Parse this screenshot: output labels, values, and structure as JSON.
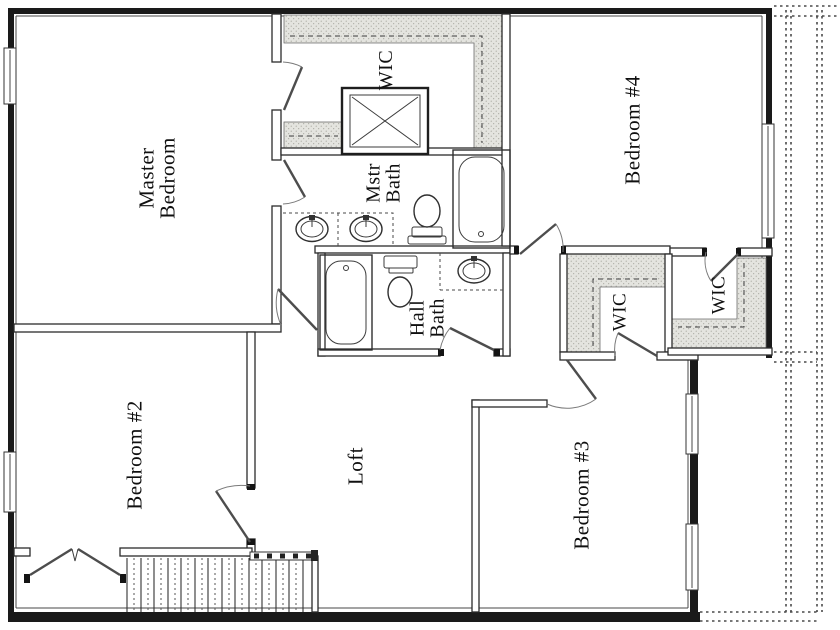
{
  "plan": {
    "title": "Second floor residential floor plan",
    "rooms": [
      {
        "id": "master-bedroom",
        "label": "Master\nBedroom"
      },
      {
        "id": "wic-master",
        "label": "WIC"
      },
      {
        "id": "mstr-bath",
        "label": "Mstr\nBath"
      },
      {
        "id": "bedroom-4",
        "label": "Bedroom #4"
      },
      {
        "id": "hall-bath",
        "label": "Hall\nBath"
      },
      {
        "id": "wic-bedroom3",
        "label": "WIC"
      },
      {
        "id": "wic-bedroom4",
        "label": "WIC"
      },
      {
        "id": "bedroom-2",
        "label": "Bedroom #2"
      },
      {
        "id": "loft",
        "label": "Loft"
      },
      {
        "id": "bedroom-3",
        "label": "Bedroom #3"
      }
    ],
    "colors": {
      "wall": "#1a1a1a",
      "dash": "#4a4a4a",
      "shelf_fill": "#e4e4df",
      "shelf_dot": "#9b9b93",
      "bg": "#ffffff"
    }
  }
}
